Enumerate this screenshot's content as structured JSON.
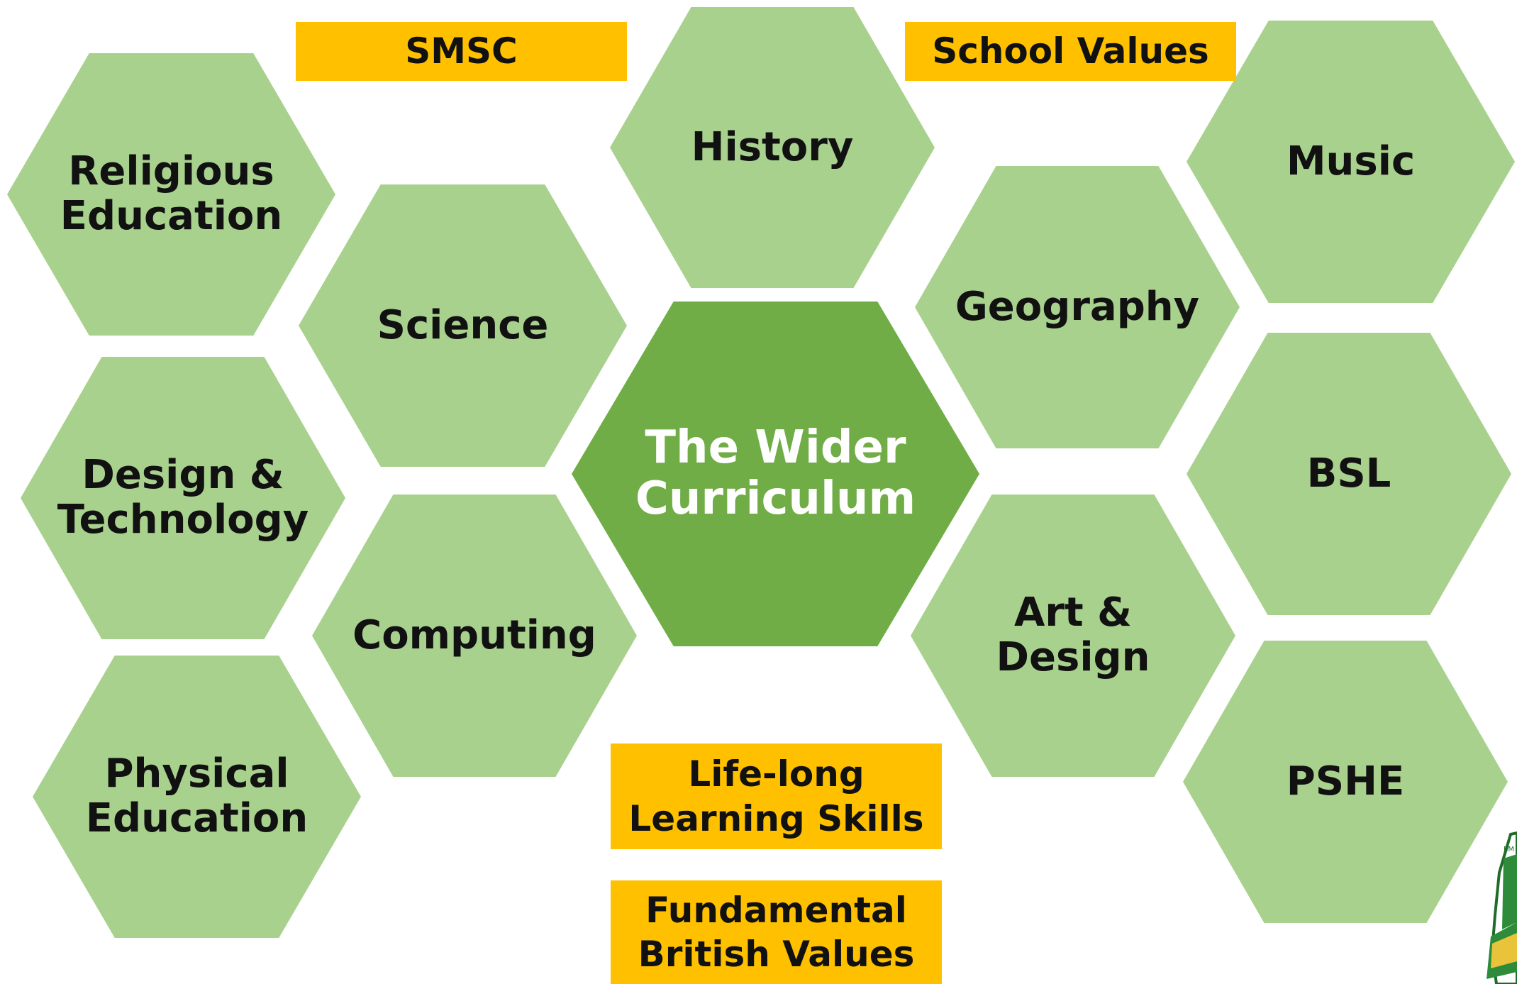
{
  "center": {
    "label": "The Wider\nCurriculum"
  },
  "subjects": {
    "religious_education": "Religious\nEducation",
    "science": "Science",
    "history": "History",
    "geography": "Geography",
    "music": "Music",
    "design_technology": "Design &\nTechnology",
    "computing": "Computing",
    "physical_education": "Physical\nEducation",
    "art_design": "Art &\nDesign",
    "bsl": "BSL",
    "pshe": "PSHE"
  },
  "tags": {
    "smsc": "SMSC",
    "school_values": "School Values",
    "lifelong": "Life-long\nLearning Skills",
    "fbv": "Fundamental\nBritish Values"
  },
  "logo": {
    "partial_text": "EM"
  },
  "colors": {
    "hex_light": "#a9d18e",
    "hex_dark": "#70ad47",
    "tag": "#ffc000"
  }
}
